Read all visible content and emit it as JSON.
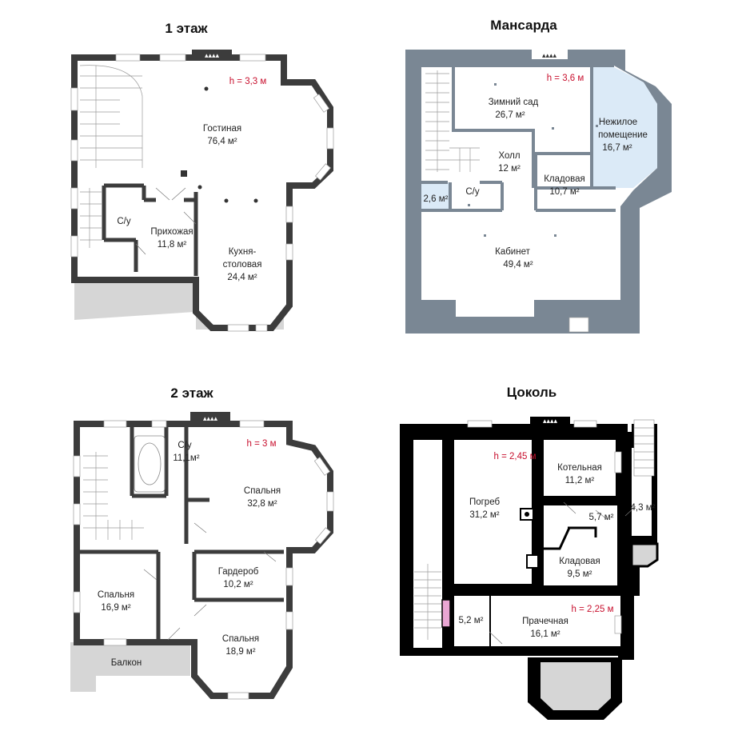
{
  "colors": {
    "wall_floor1": "#3c3c3c",
    "wall_attic": "#7a8794",
    "wall_floor2": "#3c3c3c",
    "wall_basement": "#000000",
    "terrace": "#d6d6d6",
    "attic_room_fill": "#dbeaf7",
    "height_text": "#c8102e",
    "laundry_fixture": "#e9a6d3"
  },
  "plans": {
    "floor1": {
      "title": "1 этаж",
      "height": "h = 3,3 м",
      "rooms": {
        "living": {
          "name": "Гостиная",
          "area": "76,4 м²"
        },
        "bathroom": {
          "name": "С/у"
        },
        "hall": {
          "name": "Прихожая",
          "area": "11,8 м²"
        },
        "kitchen": {
          "name1": "Кухня-",
          "name2": "столовая",
          "area": "24,4 м²"
        }
      }
    },
    "attic": {
      "title": "Мансарда",
      "height": "h = 3,6 м",
      "rooms": {
        "wintergarden": {
          "name": "Зимний сад",
          "area": "26,7 м²"
        },
        "nonliving": {
          "name1": "Нежилое",
          "name2": "помещение",
          "area": "16,7 м²"
        },
        "hallway": {
          "name": "Холл",
          "area": "12 м²"
        },
        "storage": {
          "name": "Кладовая",
          "area": "10,7 м²"
        },
        "small": {
          "area": "2,6 м²"
        },
        "bathroom": {
          "name": "С/у"
        },
        "study": {
          "name": "Кабинет",
          "area": "49,4 м²"
        }
      }
    },
    "floor2": {
      "title": "2 этаж",
      "height": "h = 3 м",
      "rooms": {
        "bathroom": {
          "name": "С/у",
          "area": "11,1м²"
        },
        "bedroom1": {
          "name": "Спальня",
          "area": "32,8 м²"
        },
        "wardrobe": {
          "name": "Гардероб",
          "area": "10,2 м²"
        },
        "bedroom2": {
          "name": "Спальня",
          "area": "16,9 м²"
        },
        "bedroom3": {
          "name": "Спальня",
          "area": "18,9 м²"
        },
        "balcony": {
          "name": "Балкон"
        }
      }
    },
    "basement": {
      "title": "Цоколь",
      "height_main": "h = 2,45 м",
      "height_laundry": "h = 2,25 м",
      "rooms": {
        "cellar": {
          "name": "Погреб",
          "area": "31,2 м²"
        },
        "boiler": {
          "name": "Котельная",
          "area": "11,2 м²"
        },
        "corridor": {
          "area": "5,7 м²"
        },
        "entry": {
          "area": "4,3 м²"
        },
        "storage": {
          "name": "Кладовая",
          "area": "9,5 м²"
        },
        "small": {
          "area": "5,2 м²"
        },
        "laundry": {
          "name": "Прачечная",
          "area": "16,1 м²"
        }
      }
    }
  }
}
